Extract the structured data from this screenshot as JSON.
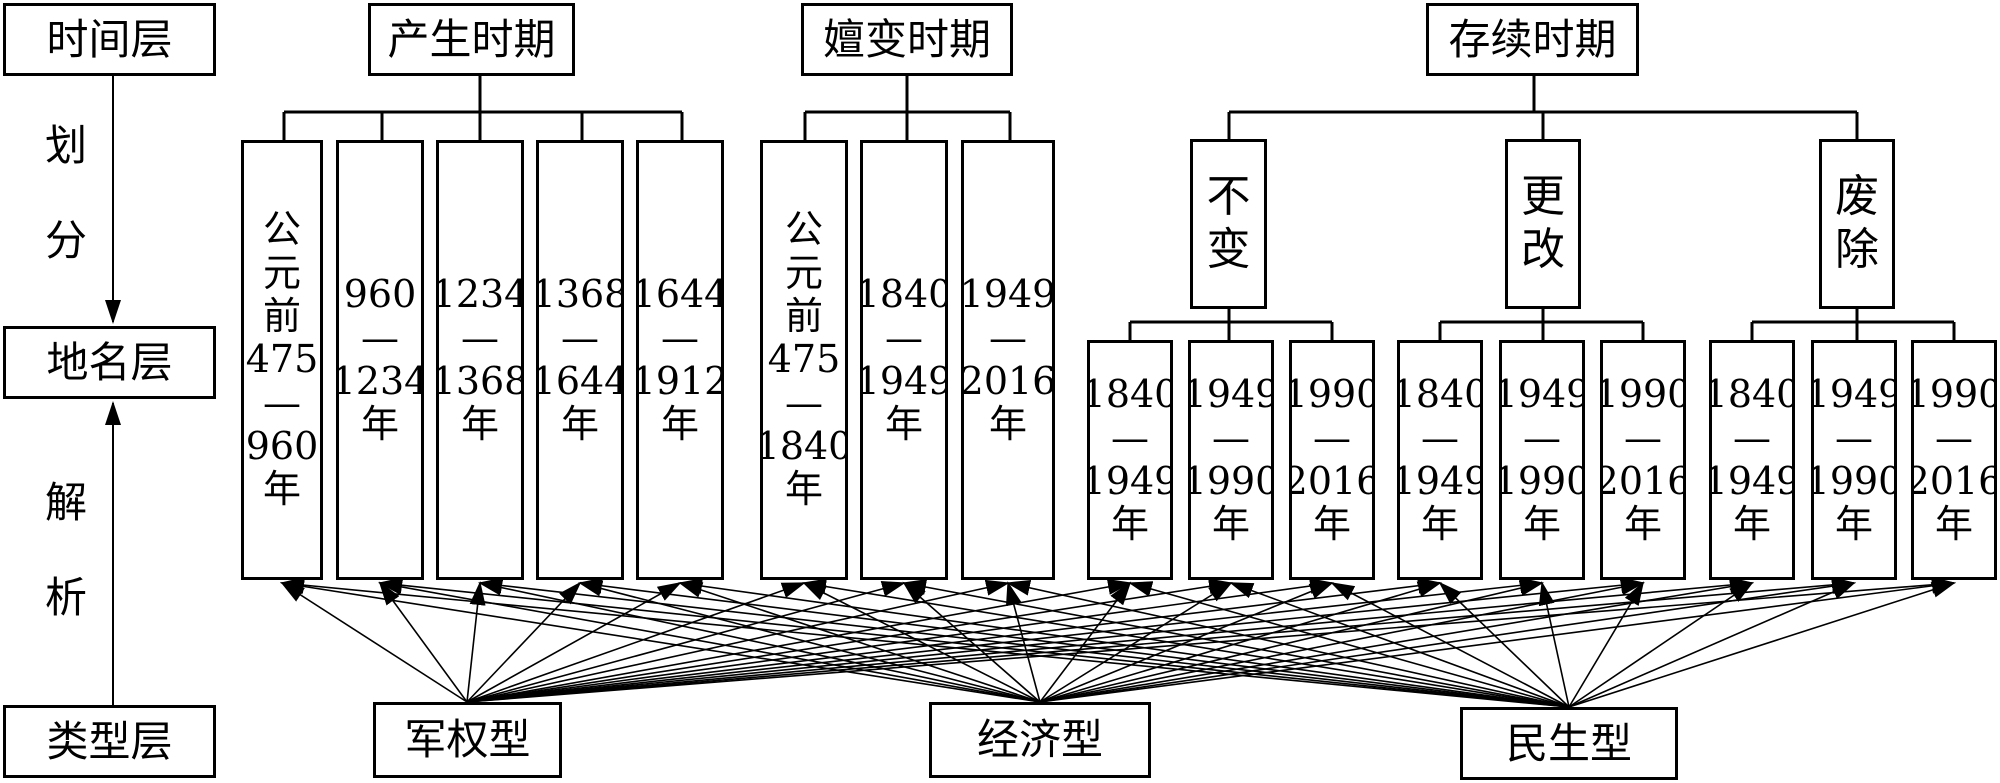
{
  "layer_labels": {
    "time": "时间层",
    "place": "地名层",
    "type": "类型层"
  },
  "axis_text": {
    "divide_1": "划",
    "divide_2": "分",
    "parse_1": "解",
    "parse_2": "析"
  },
  "periods": {
    "origin": "产生时期",
    "evolution": "嬗变时期",
    "continuation": "存续时期"
  },
  "continuation_branches": {
    "unchanged": [
      "不",
      "变"
    ],
    "changed": [
      "更",
      "改"
    ],
    "abolished": [
      "废",
      "除"
    ]
  },
  "origin_ranges": [
    [
      "公",
      "元",
      "前",
      "475",
      "—",
      "960",
      "年"
    ],
    [
      "960",
      "—",
      "1234",
      "年"
    ],
    [
      "1234",
      "—",
      "1368",
      "年"
    ],
    [
      "1368",
      "—",
      "1644",
      "年"
    ],
    [
      "1644",
      "—",
      "1912",
      "年"
    ]
  ],
  "evolution_ranges": [
    [
      "公",
      "元",
      "前",
      "475",
      "—",
      "1840",
      "年"
    ],
    [
      "1840",
      "—",
      "1949",
      "年"
    ],
    [
      "1949",
      "—",
      "2016",
      "年"
    ]
  ],
  "continuation_ranges": [
    [
      "1840",
      "—",
      "1949",
      "年"
    ],
    [
      "1949",
      "—",
      "1990",
      "年"
    ],
    [
      "1990",
      "—",
      "2016",
      "年"
    ]
  ],
  "types": {
    "military": "军权型",
    "economic": "经济型",
    "livelihood": "民生型"
  }
}
